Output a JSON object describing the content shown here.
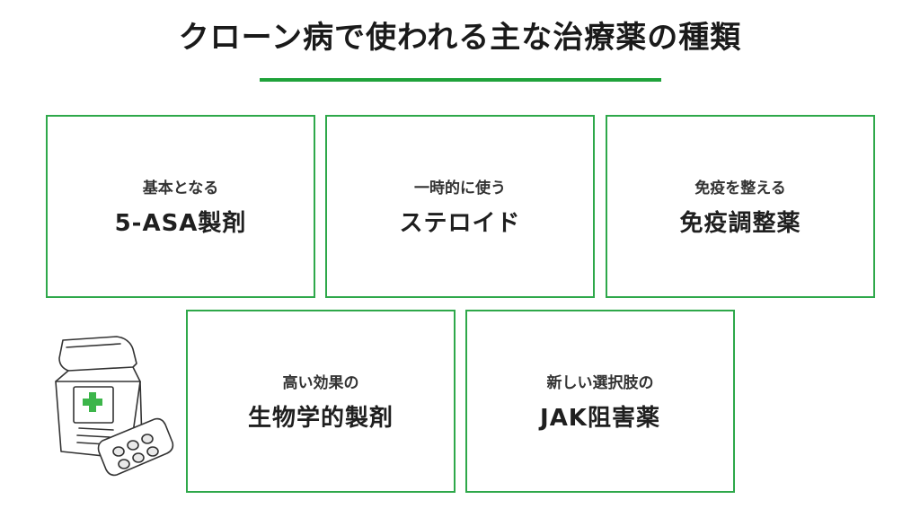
{
  "title": "クローン病で使われる主な治療薬の種類",
  "accent_color": "#2ea84a",
  "cards": [
    {
      "sub": "基本となる",
      "main": "5-ASA製剤"
    },
    {
      "sub": "一時的に使う",
      "main": "ステロイド"
    },
    {
      "sub": "免疫を整える",
      "main": "免疫調整薬"
    },
    {
      "sub": "高い効果の",
      "main": "生物学的製剤"
    },
    {
      "sub": "新しい選択肢の",
      "main": "JAK阻害薬"
    }
  ],
  "illustration": {
    "icons": [
      "medicine-bag-icon",
      "medical-cross-icon",
      "pill-blister-pack-icon"
    ]
  }
}
